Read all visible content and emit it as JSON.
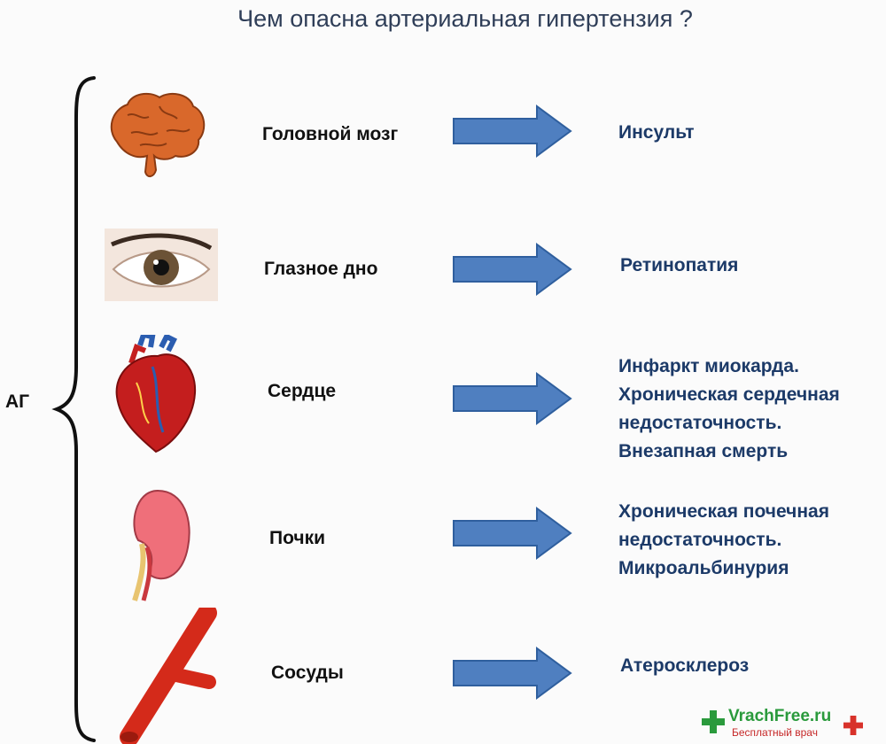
{
  "title": "Чем опасна артериальная гипертензия ?",
  "root_label": "АГ",
  "rows": [
    {
      "organ": "Головной мозг",
      "icon": "brain-icon",
      "effects": [
        "Инсульт"
      ]
    },
    {
      "organ": "Глазное дно",
      "icon": "eye-icon",
      "effects": [
        "Ретинопатия"
      ]
    },
    {
      "organ": "Сердце",
      "icon": "heart-icon",
      "effects": [
        "Инфаркт миокарда.",
        "Хроническая сердечная",
        "недостаточность.",
        "Внезапная смерть"
      ]
    },
    {
      "organ": "Почки",
      "icon": "kidney-icon",
      "effects": [
        "Хроническая почечная",
        "недостаточность.",
        "Микроальбинурия"
      ]
    },
    {
      "organ": "Сосуды",
      "icon": "blood-vessel-icon",
      "effects": [
        "Атеросклероз"
      ]
    }
  ],
  "watermark": {
    "logo": "VrachFree.ru",
    "tagline": "Бесплатный врач"
  },
  "colors": {
    "arrow_fill": "#4f7fc0",
    "arrow_stroke": "#2f5f9e",
    "effect_text": "#1c3a68"
  }
}
